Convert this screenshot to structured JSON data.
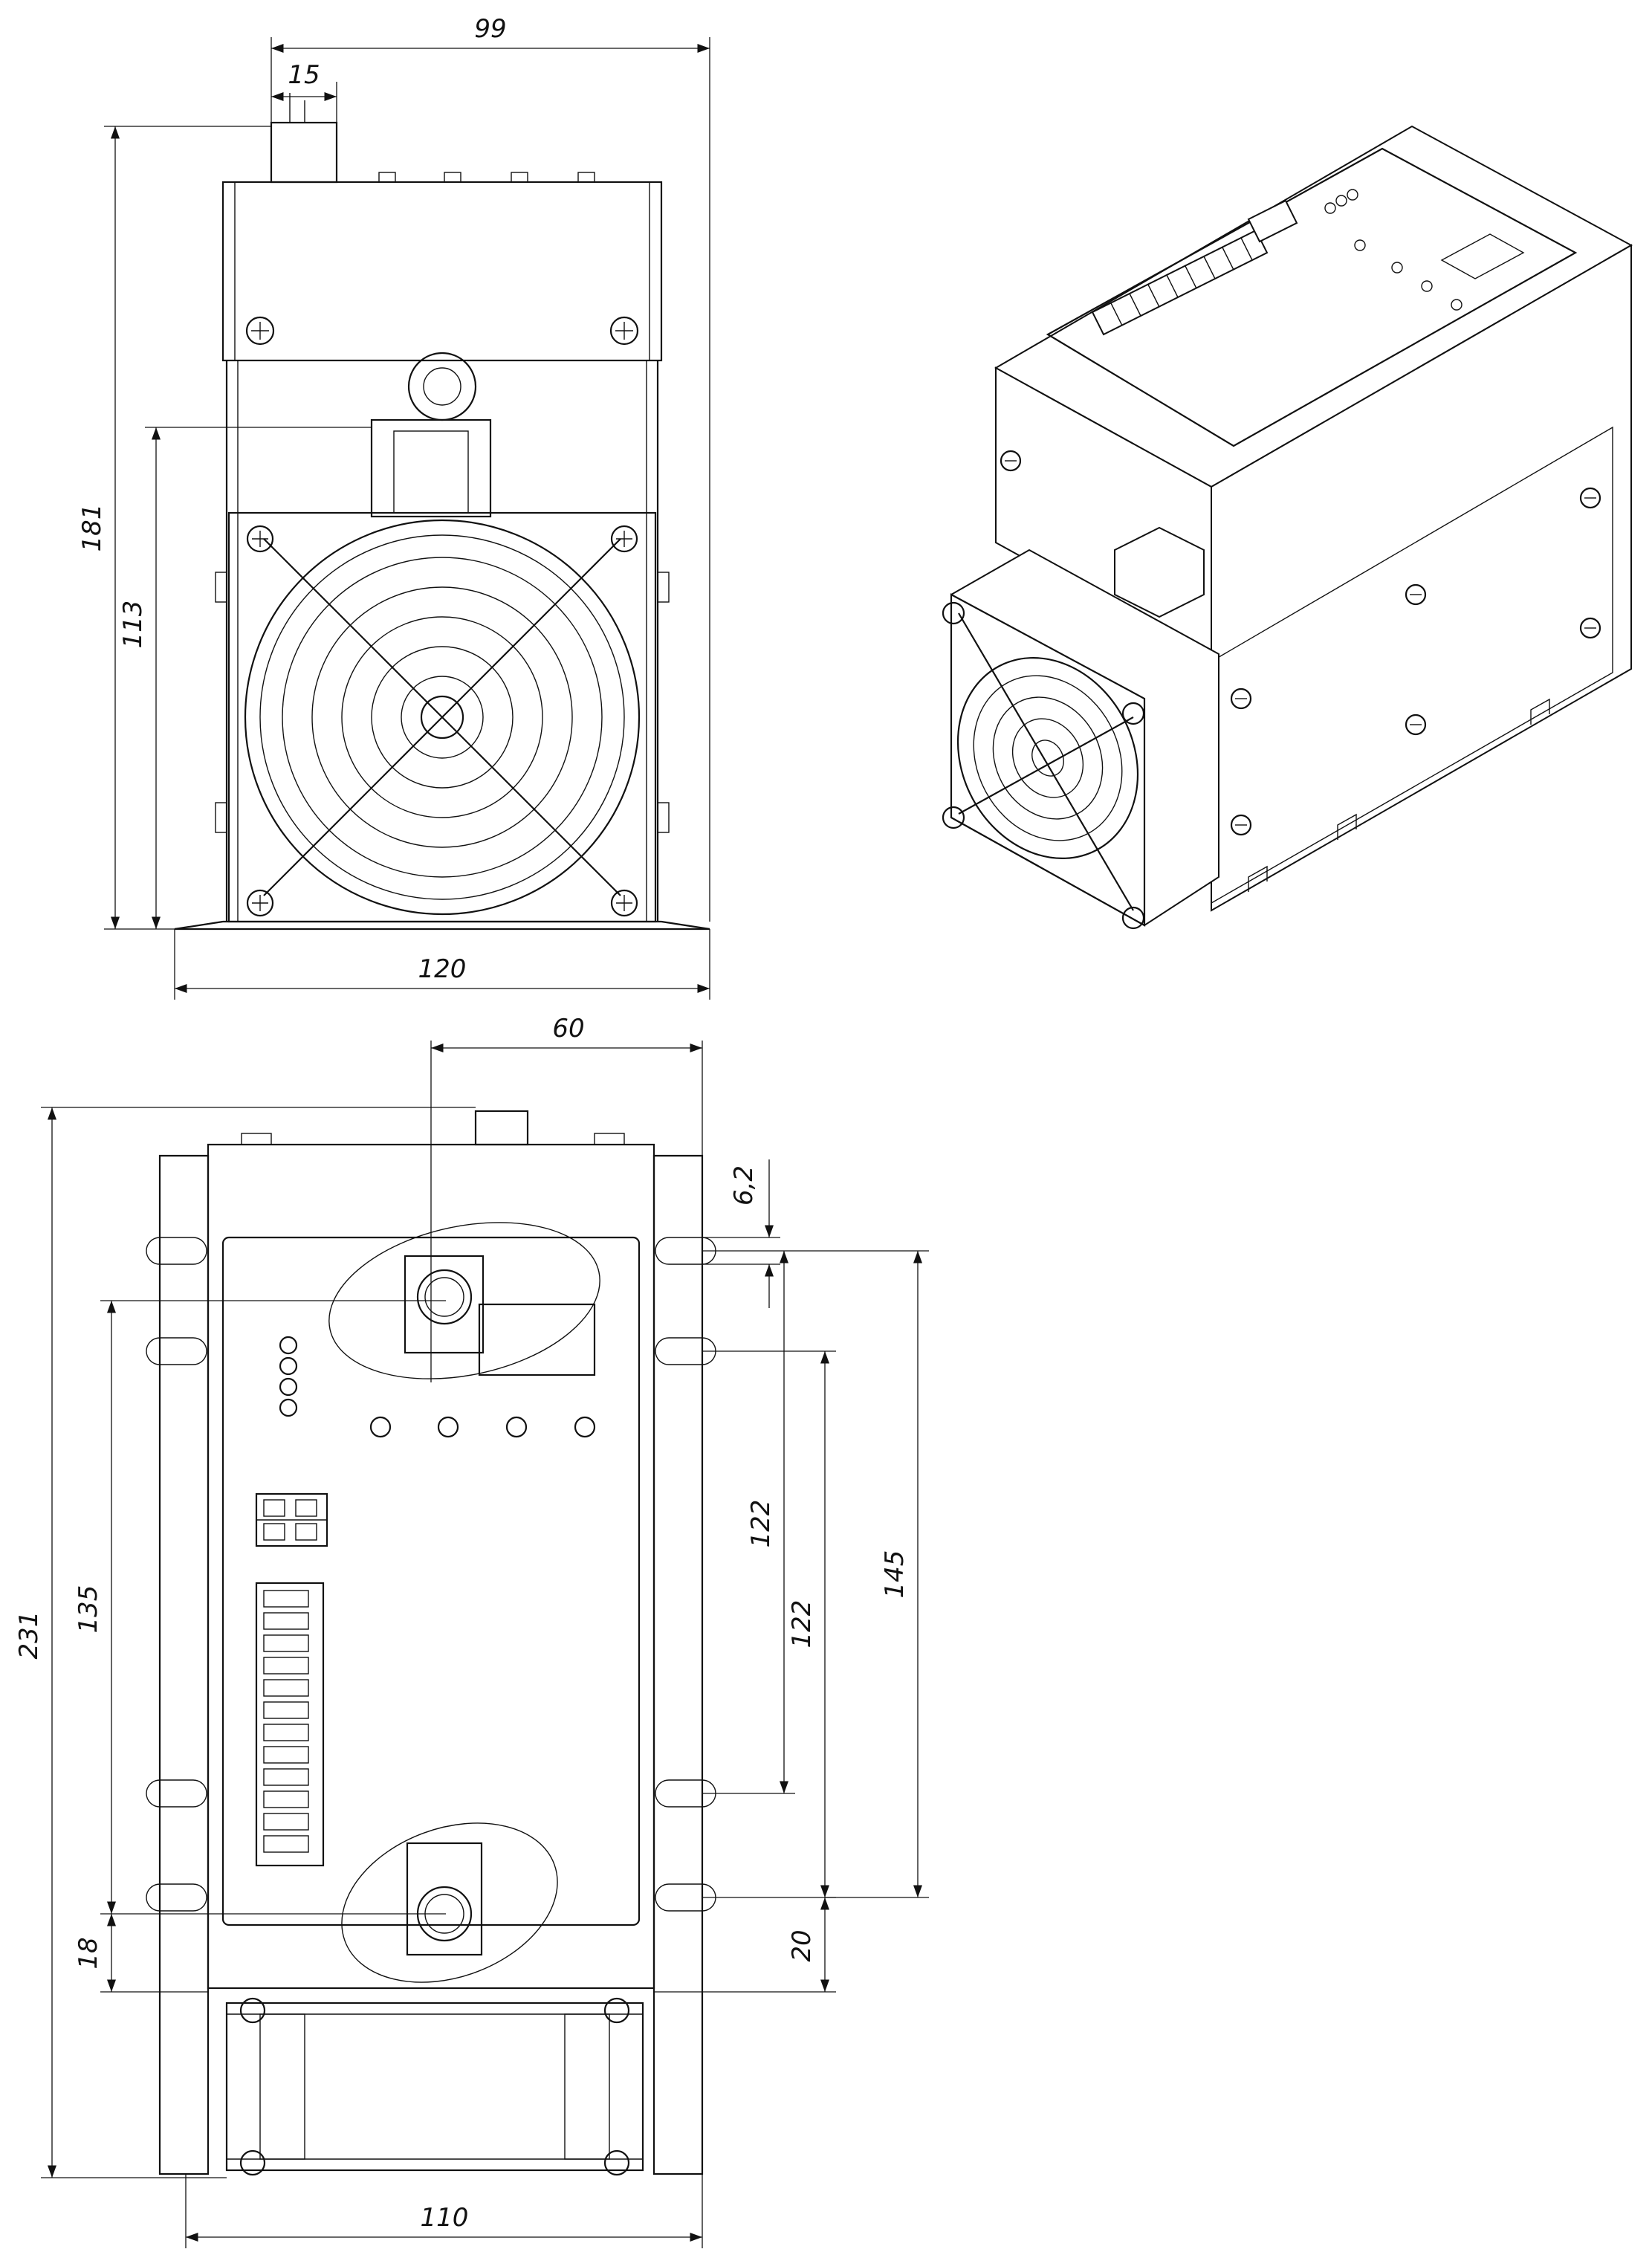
{
  "drawing": {
    "front_view": {
      "dims": {
        "top_width": "99",
        "terminal": "15",
        "height": "181",
        "fan_height": "113",
        "base_width": "120"
      }
    },
    "top_view": {
      "dims": {
        "offset": "60",
        "slot": "6,2",
        "length": "231",
        "inner": "135",
        "bottom": "18",
        "pitch_a": "122",
        "pitch_b": "122",
        "outer": "145",
        "edge": "20",
        "width": "110"
      }
    },
    "iso_view": {
      "label": ""
    }
  }
}
